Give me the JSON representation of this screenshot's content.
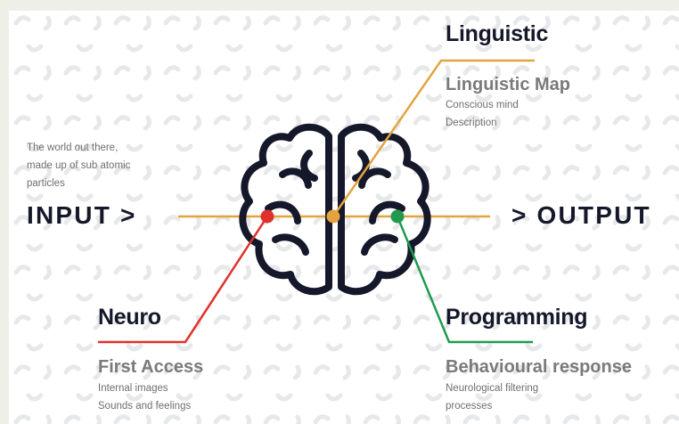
{
  "colors": {
    "axis": "#e3a440",
    "neuro": "#e0302b",
    "linguistic": "#e3a440",
    "programming": "#1f9a4e",
    "brain": "#14182a",
    "background_pattern": "#e7e8ea"
  },
  "input": {
    "label": "INPUT >",
    "description_lines": [
      "The world out there,",
      "made up of sub atomic",
      "particles"
    ]
  },
  "output": {
    "label": "> OUTPUT"
  },
  "center_icon": "brain-icon",
  "linguistic": {
    "title": "Linguistic",
    "subtitle": "Linguistic Map",
    "lines": [
      "Conscious mind",
      "Description"
    ]
  },
  "neuro": {
    "title": "Neuro",
    "subtitle": "First Access",
    "lines": [
      "Internal images",
      "Sounds and feelings"
    ]
  },
  "programming": {
    "title": "Programming",
    "subtitle": "Behavioural response",
    "lines": [
      "Neurological filtering",
      "processes"
    ]
  }
}
